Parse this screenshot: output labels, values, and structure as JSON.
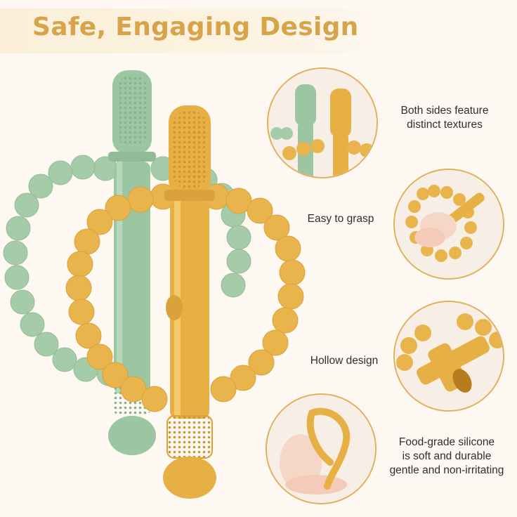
{
  "title": "Safe, Engaging Design",
  "colors": {
    "accent": "#d7a44a",
    "green_teether": "#9bc4a0",
    "yellow_teether": "#e6b045",
    "circle_border": "#e0b15a"
  },
  "features": [
    {
      "icon": "both-textures-closeup",
      "lines": [
        "Both sides feature",
        "distinct textures"
      ]
    },
    {
      "icon": "hand-grasping-teether",
      "lines": [
        "Easy to grasp"
      ]
    },
    {
      "icon": "hollow-handle-closeup",
      "lines": [
        "Hollow design"
      ]
    },
    {
      "icon": "hand-bending-teether",
      "lines": [
        "Food-grade silicone",
        "is soft and durable",
        "gentle and non-irritating"
      ]
    }
  ]
}
